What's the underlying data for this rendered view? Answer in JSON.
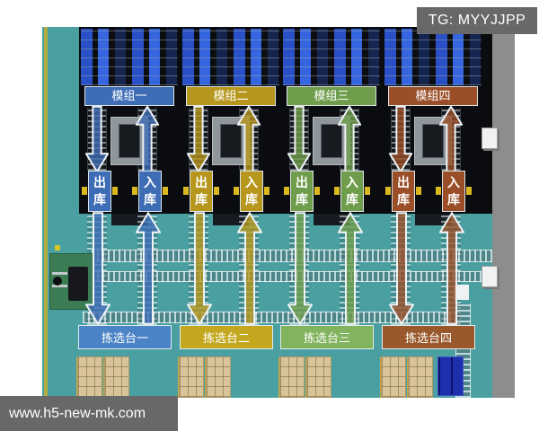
{
  "watermark": {
    "text": "TG: MYYJJPP"
  },
  "footer": {
    "url": "www.h5-new-mk.com"
  },
  "scene": {
    "floor_color": "#4aa0a1",
    "rack_color": "#0a0c10",
    "tote_color": "#2b52cc",
    "pallet_color": "#d8c498",
    "blue_pallet_color": "#1e2fae",
    "forklift_mat_color": "#3c7c54"
  },
  "modules": [
    {
      "name": "模组一",
      "outbound": "出库",
      "inbound": "入库",
      "station": "拣选台一",
      "color": "#3e6db5",
      "station_color": "#4b84c6"
    },
    {
      "name": "模组二",
      "outbound": "出库",
      "inbound": "入库",
      "station": "拣选台二",
      "color": "#b6961c",
      "station_color": "#c3a81f"
    },
    {
      "name": "模组三",
      "outbound": "出库",
      "inbound": "入库",
      "station": "拣选台三",
      "color": "#6f9d4c",
      "station_color": "#82b35d"
    },
    {
      "name": "模组四",
      "outbound": "出库",
      "inbound": "入库",
      "station": "拣选台四",
      "color": "#9a4f28",
      "station_color": "#9a592d"
    }
  ]
}
